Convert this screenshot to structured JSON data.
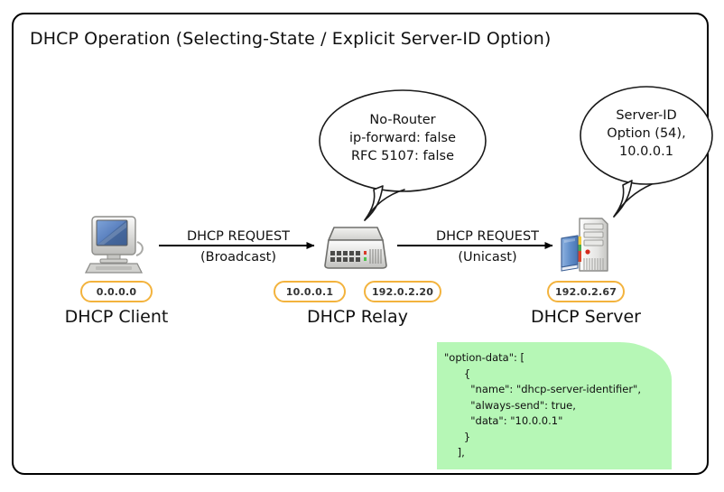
{
  "diagram": {
    "title": "DHCP Operation (Selecting-State / Explicit Server-ID Option)",
    "border_color": "#000000",
    "background_color": "#ffffff"
  },
  "bubbles": [
    {
      "name": "relay-annotation",
      "text": "No-Router\nip-forward: false\nRFC 5107: false",
      "line1": "No-Router",
      "line2": "ip-forward: false",
      "line3": "RFC 5107: false",
      "points_to": "DHCP Relay"
    },
    {
      "name": "server-annotation",
      "text": "Server-ID\nOption (54),\n10.0.0.1",
      "line1": "Server-ID",
      "line2": "Option (54),",
      "line3": "10.0.0.1",
      "points_to": "DHCP Server"
    }
  ],
  "flows": [
    {
      "name": "client-to-relay",
      "line1": "DHCP REQUEST",
      "line2": "(Broadcast)",
      "direction": "right"
    },
    {
      "name": "relay-to-server",
      "line1": "DHCP REQUEST",
      "line2": "(Unicast)",
      "direction": "right"
    }
  ],
  "nodes": [
    {
      "name": "dhcp-client",
      "label": "DHCP Client",
      "icon": "desktop-computer-icon",
      "addresses": [
        "0.0.0.0"
      ]
    },
    {
      "name": "dhcp-relay",
      "label": "DHCP Relay",
      "icon": "network-switch-icon",
      "addresses": [
        "10.0.0.1",
        "192.0.2.20"
      ]
    },
    {
      "name": "dhcp-server",
      "label": "DHCP Server",
      "icon": "server-tower-icon",
      "addresses": [
        "192.0.2.67"
      ]
    }
  ],
  "badges": {
    "client": "0.0.0.0",
    "relay_left": "10.0.0.1",
    "relay_right": "192.0.2.20",
    "server": "192.0.2.67",
    "border_color": "#f3b33d",
    "text_color": "#333333"
  },
  "code_snippet": {
    "name": "option-data-config",
    "background_color": "#b6f7b6",
    "text": "\"option-data\": [\n      {\n        \"name\": \"dhcp-server-identifier\",\n        \"always-send\": true,\n        \"data\": \"10.0.0.1\"\n      }\n    ],"
  }
}
